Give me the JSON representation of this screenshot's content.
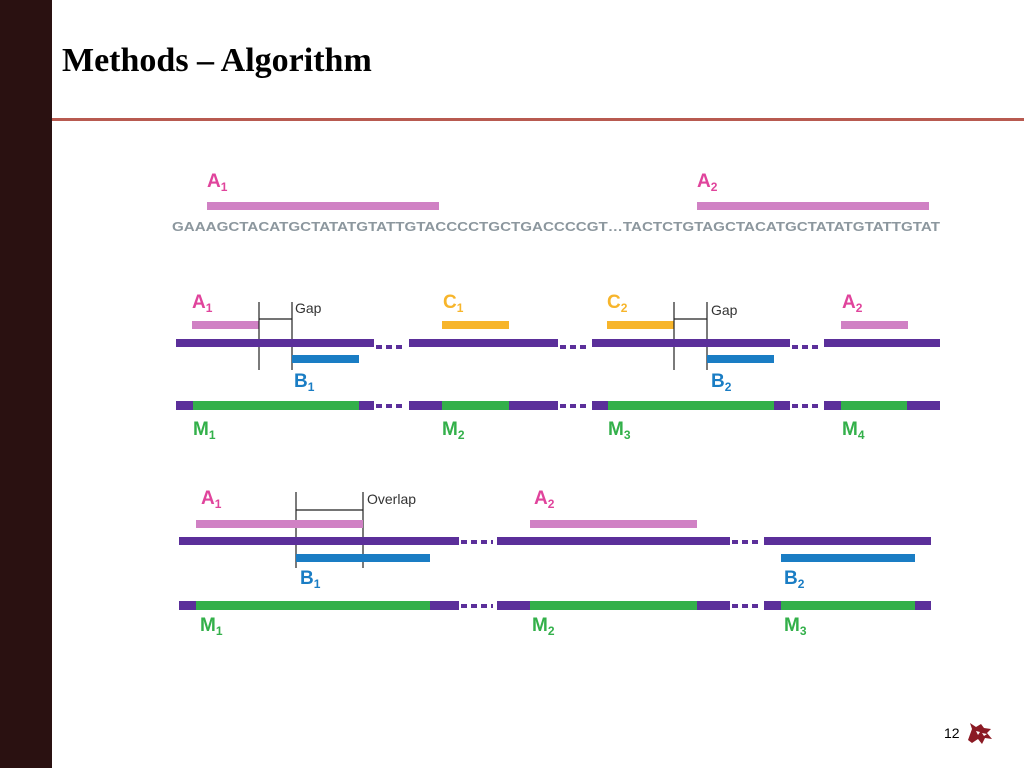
{
  "slide": {
    "title": "Methods – Algorithm",
    "page_number": "12",
    "logo_icon": "cougar-head-logo"
  },
  "colors": {
    "sidebar": "#2a1111",
    "rule": "#b85a50",
    "pink": "#e0449c",
    "pink_bar": "#d081c4",
    "purple": "#5b2f9a",
    "blue": "#1a7dc4",
    "green": "#33b04a",
    "yellow": "#f7b52b",
    "sequence_gray": "#8c979e"
  },
  "diagram": {
    "sequence": "GAAAGCTACATGCTATATGTATTGTACCCCTGCTGACCCCGT…TACTCTGTAGCTACATGCTATATGTATTGTAT",
    "gap_label": "Gap",
    "overlap_label": "Overlap",
    "labels": {
      "A": "A",
      "B": "B",
      "C": "C",
      "M": "M",
      "s1": "1",
      "s2": "2",
      "s3": "3",
      "s4": "4"
    }
  }
}
